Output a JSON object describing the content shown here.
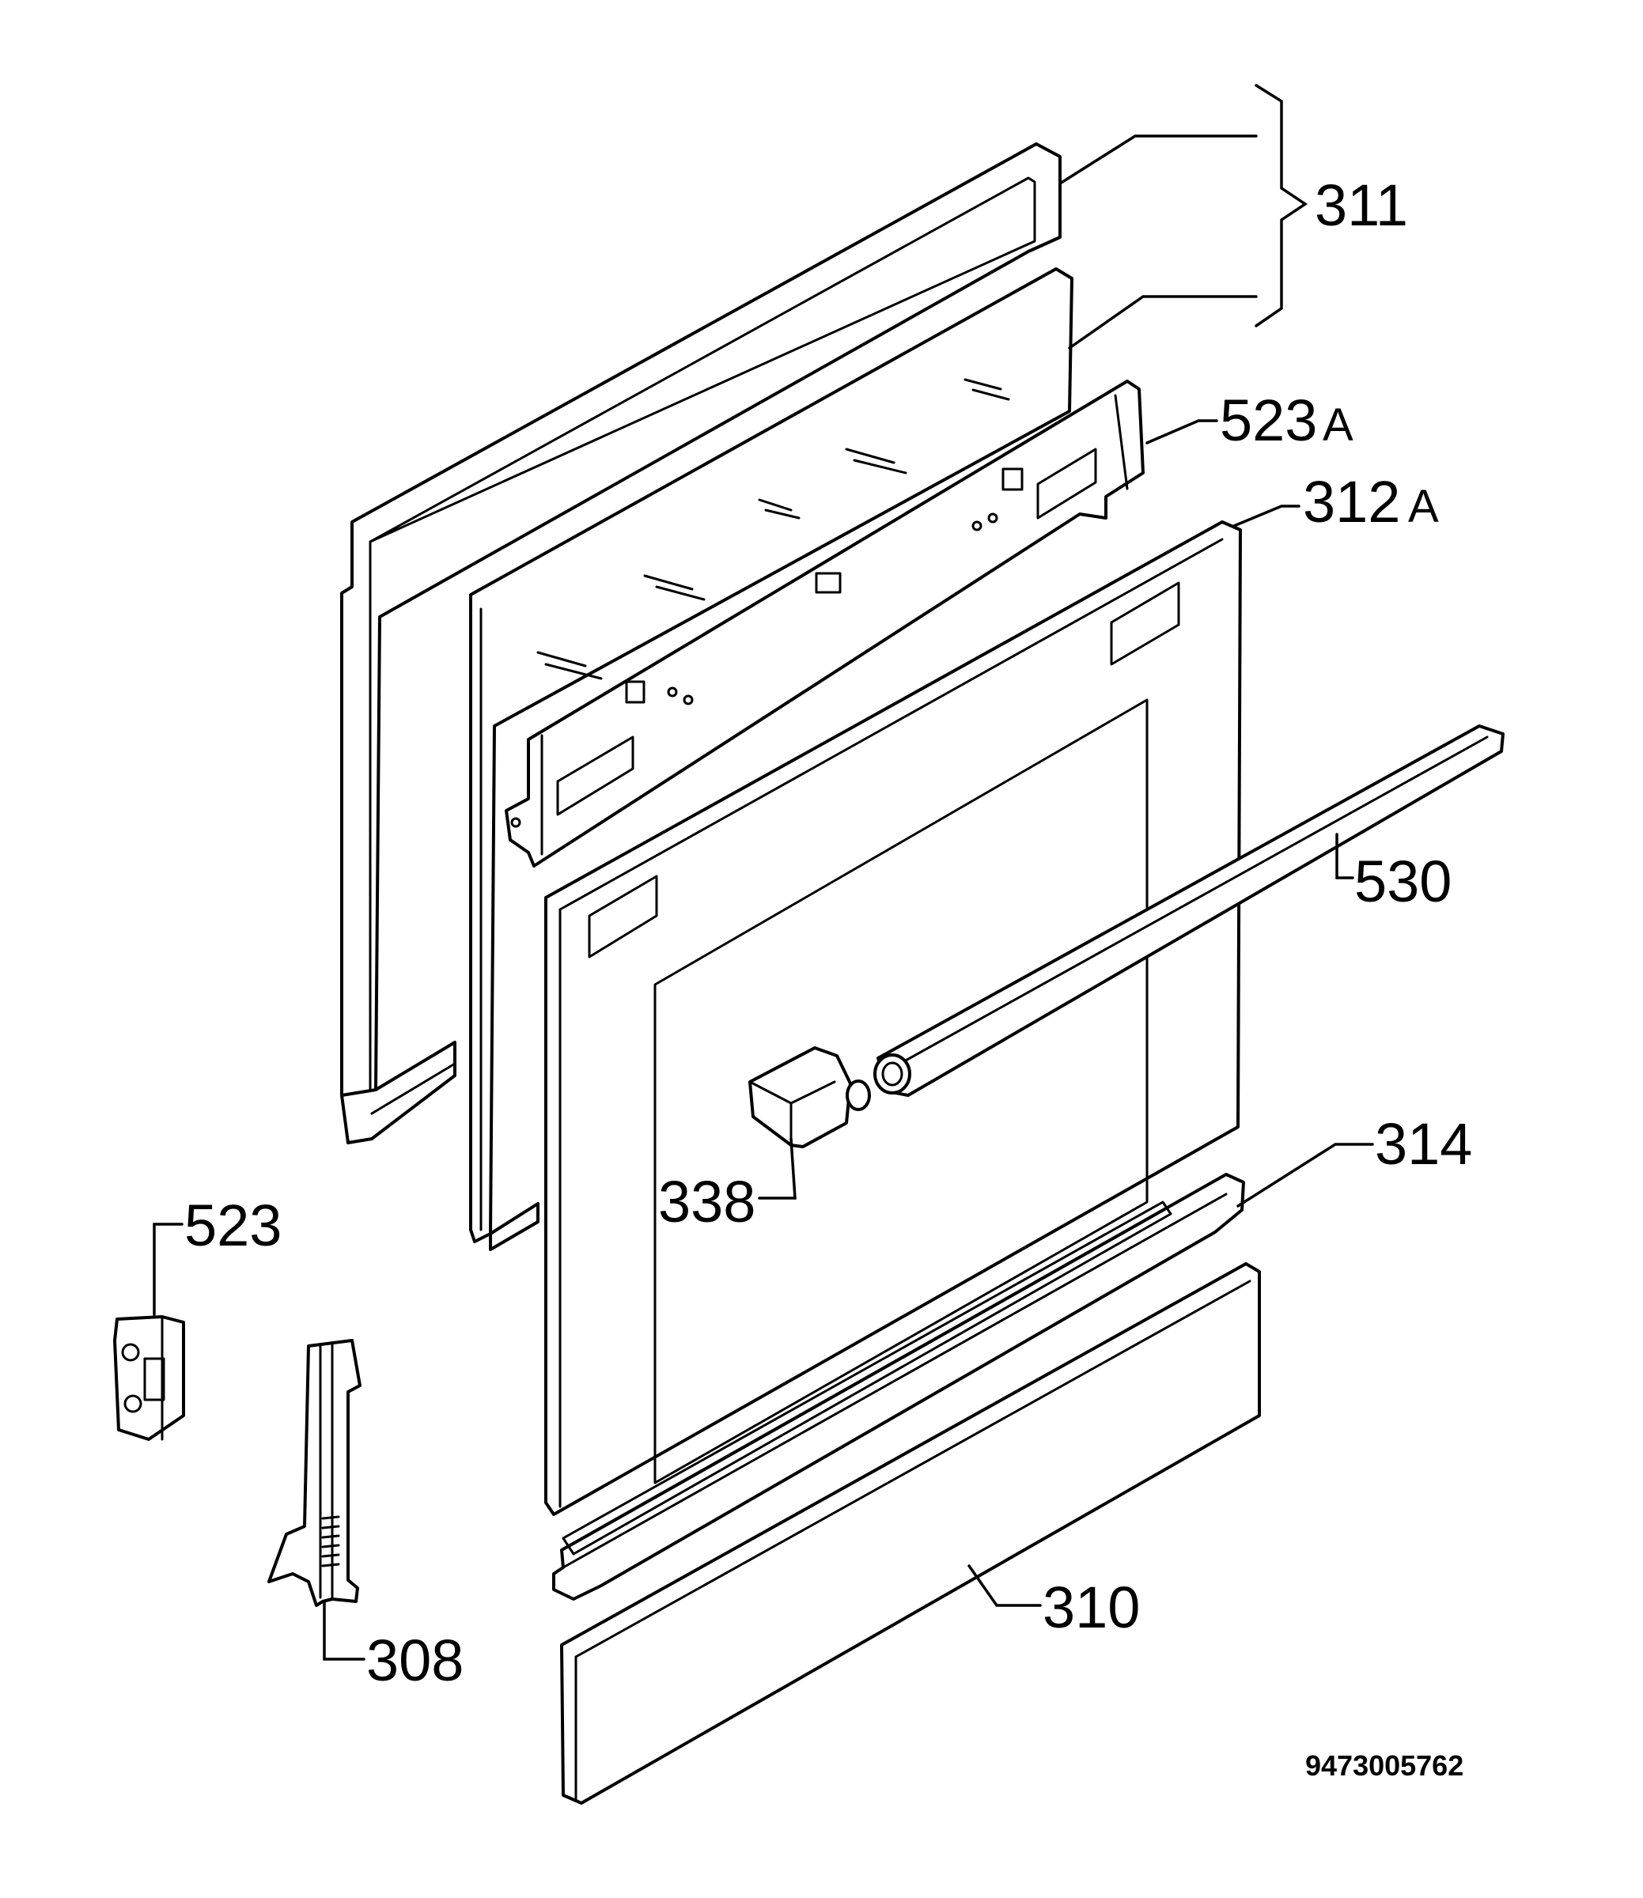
{
  "labels": {
    "p311": "311",
    "p523a_num": "523",
    "p523a_suffix": "A",
    "p312a_num": "312",
    "p312a_suffix": "A",
    "p530": "530",
    "p314": "314",
    "p338": "338",
    "p523": "523",
    "p308": "308",
    "p310": "310"
  },
  "drawing_code": "9473005762",
  "colors": {
    "line": "#000000",
    "background": "#ffffff"
  }
}
